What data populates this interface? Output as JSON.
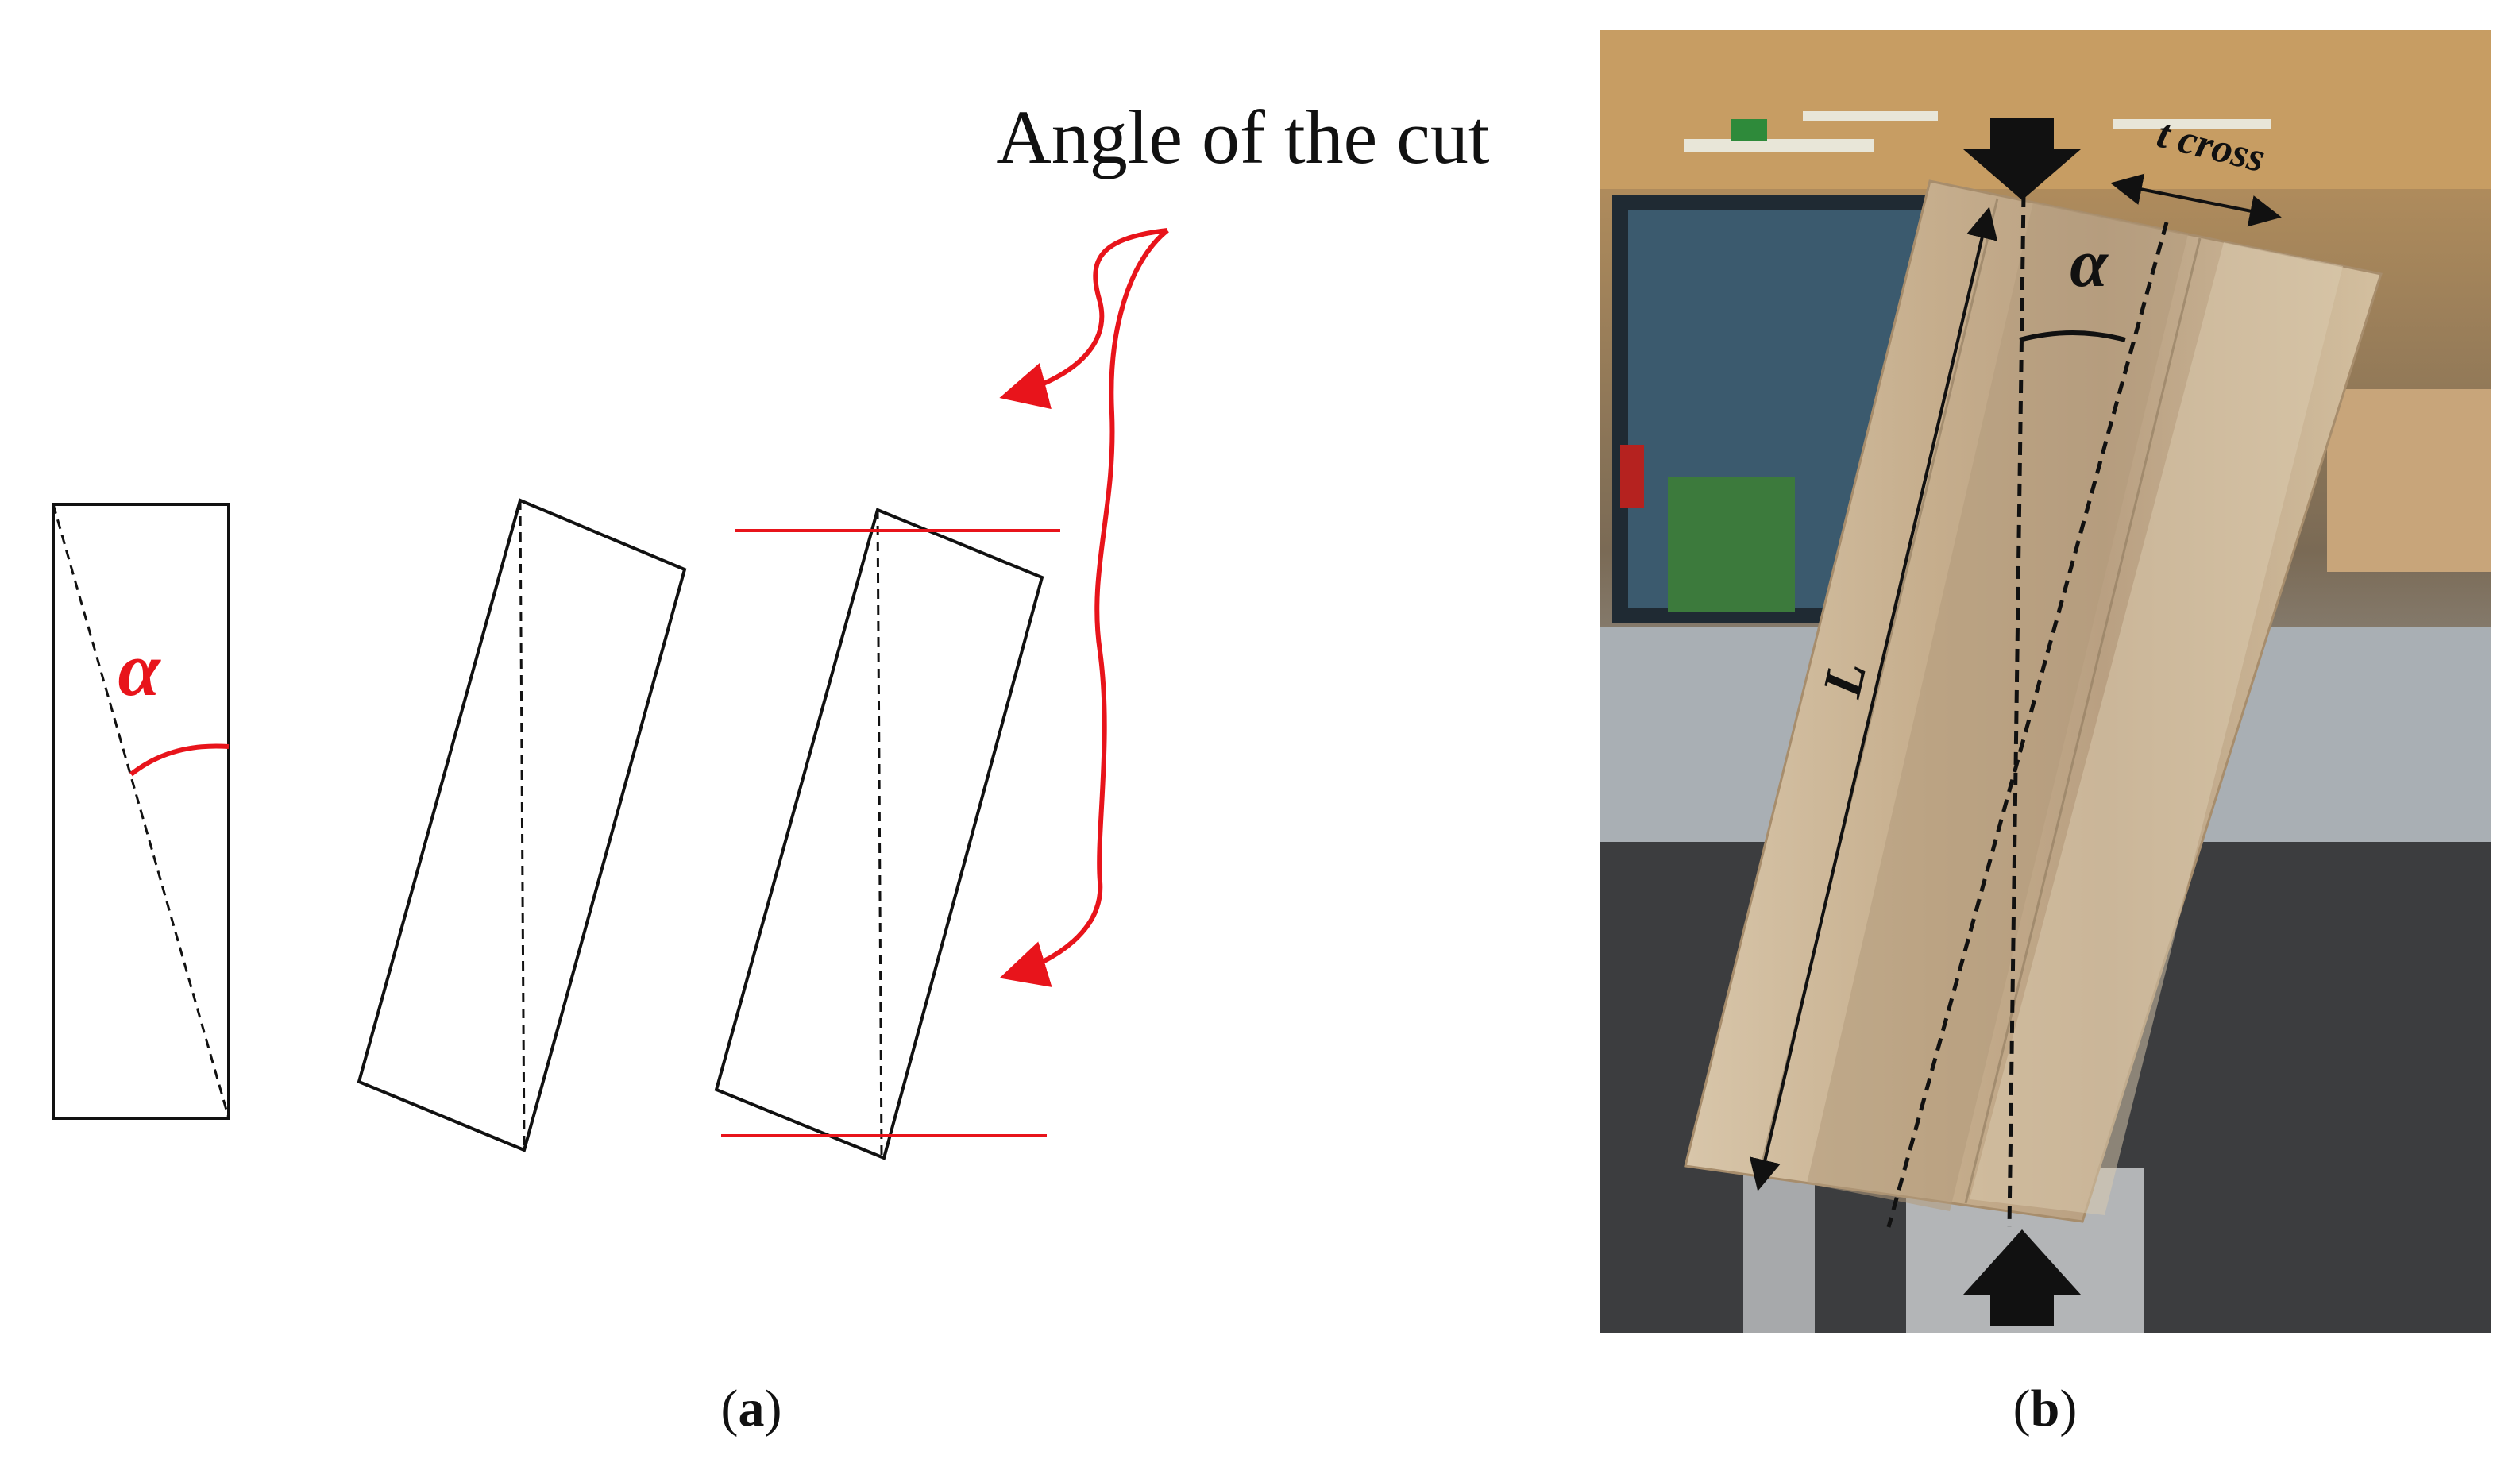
{
  "panel_a": {
    "annotation": "Angle of the cut",
    "angle_symbol": "α",
    "caption_letter": "a"
  },
  "panel_b": {
    "angle_symbol": "α",
    "length_label": "L",
    "thickness_label": "t cross",
    "caption_letter": "b"
  },
  "colors": {
    "accent": "#e8141b",
    "line": "#111111",
    "wood": "#cdb89a"
  }
}
